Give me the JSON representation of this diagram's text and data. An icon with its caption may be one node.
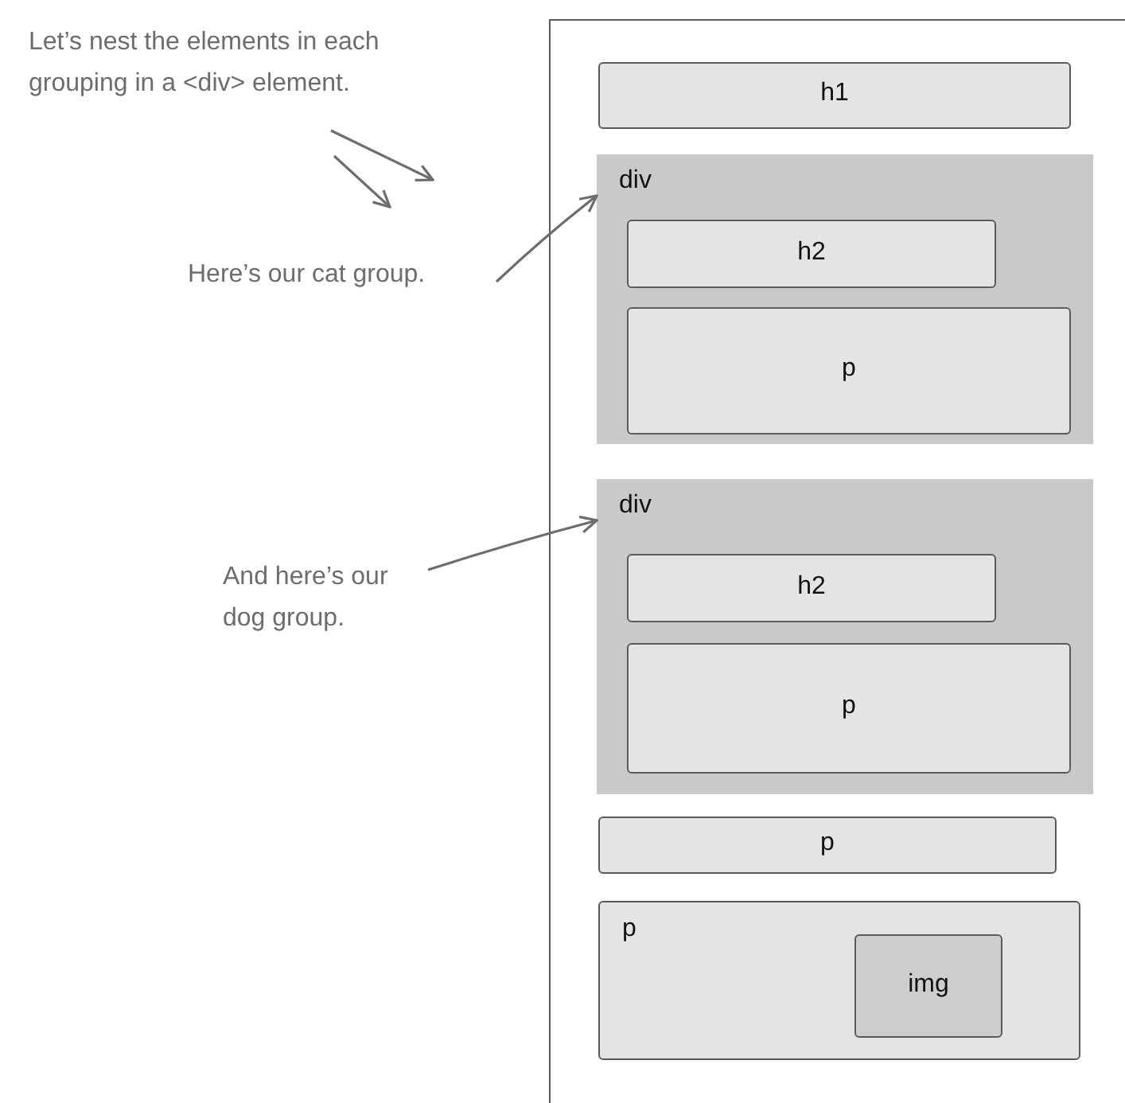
{
  "diagram": {
    "nodes": [
      {
        "text": [
          "Let’s nest the elements in each grouping in a <div> element."
        ]
      },
      {
        "text": [],
        "shape": "box"
      },
      {
        "text": [
          "h1"
        ],
        "in": 1
      },
      {
        "text": [
          "div"
        ],
        "in": 1
      },
      {
        "text": [
          "h2"
        ],
        "in": 3
      },
      {
        "text": [
          "p"
        ],
        "in": 3
      },
      {
        "text": [
          "Here’s our cat group."
        ]
      },
      {
        "text": [
          "div"
        ],
        "in": 1
      },
      {
        "text": [
          "h2"
        ],
        "in": 7
      },
      {
        "text": [
          "p"
        ],
        "in": 7
      },
      {
        "text": [
          "And here’s our dog group."
        ]
      },
      {
        "text": [
          "p"
        ],
        "in": 1
      },
      {
        "text": [
          "p"
        ],
        "in": 1
      },
      {
        "text": [
          "img"
        ],
        "in": 12
      }
    ],
    "edges": [
      {
        "from": 6,
        "to": 3,
        "arrow": "to"
      },
      {
        "from": 10,
        "to": 7,
        "arrow": "to"
      }
    ]
  }
}
